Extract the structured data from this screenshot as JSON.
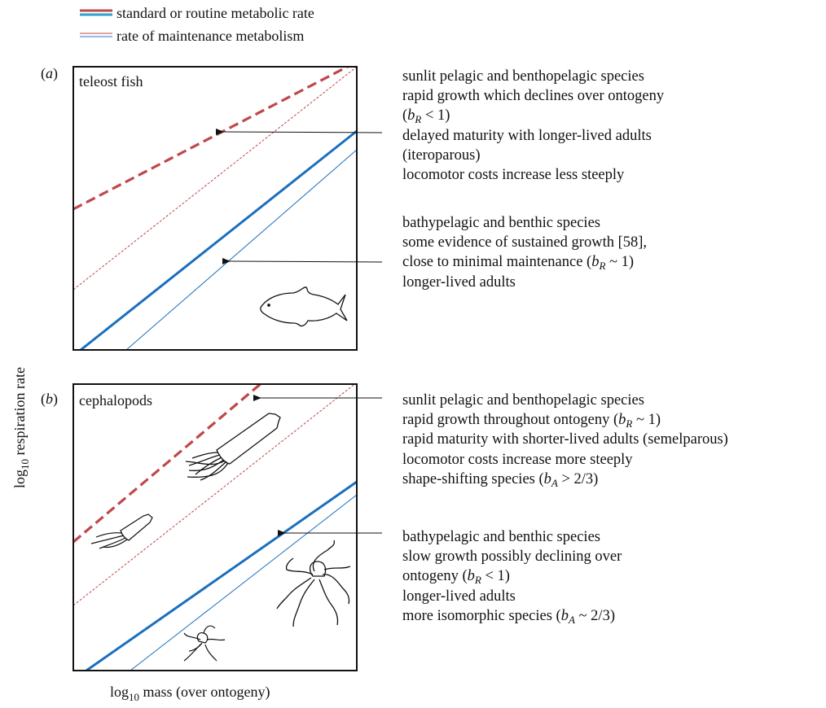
{
  "legend": {
    "items": [
      {
        "label": "standard or routine metabolic rate",
        "colors": [
          "#c0474a",
          "#2ba3c9"
        ],
        "style": "thick"
      },
      {
        "label": "rate of maintenance metabolism",
        "colors": [
          "#c0474a",
          "#2b7ac9"
        ],
        "style": "thin"
      }
    ]
  },
  "axes": {
    "ylabel_main": "log",
    "ylabel_sub": "10",
    "ylabel_rest": " respiration rate",
    "xlabel_main": "log",
    "xlabel_sub": "10",
    "xlabel_rest": " mass (over ontogeny)"
  },
  "colors": {
    "red": "#c0474a",
    "blue": "#1a6fbf",
    "frame": "#111111"
  },
  "panels": [
    {
      "label_open": "(",
      "label_letter": "a",
      "label_close": ")",
      "title": "teleost fish",
      "icons": [
        "fish-icon"
      ],
      "notes": [
        {
          "lines": [
            "sunlit pelagic and benthopelagic species",
            "rapid growth which declines over ontogeny",
            {
              "pre": " (",
              "b": "b",
              "sub": "R",
              "post": " < 1)"
            },
            "delayed maturity with longer-lived adults",
            " (iteroparous)",
            "locomotor costs increase less steeply"
          ]
        },
        {
          "lines": [
            "bathypelagic and benthic species",
            "some evidence of sustained growth [58],",
            {
              "pre": " close to minimal maintenance (",
              "b": "b",
              "sub": "R",
              "post": " ~ 1)"
            },
            "longer-lived adults"
          ]
        }
      ]
    },
    {
      "label_open": "(",
      "label_letter": "b",
      "label_close": ")",
      "title": "cephalopods",
      "icons": [
        "squid-icon",
        "small-squid-icon",
        "octopus-icon",
        "small-octopus-icon"
      ],
      "notes": [
        {
          "lines": [
            "sunlit pelagic and benthopelagic species",
            {
              "pre": "rapid growth throughout ontogeny (",
              "b": "b",
              "sub": "R",
              "post": " ~ 1)"
            },
            "rapid maturity with shorter-lived adults (semelparous)",
            "locomotor costs increase more steeply",
            {
              "pre": "shape-shifting species (",
              "b": "b",
              "sub": "A",
              "post": " > 2/3)"
            }
          ]
        },
        {
          "lines": [
            "bathypelagic and benthic species",
            "slow growth possibly declining over",
            {
              "pre": " ontogeny (",
              "b": "b",
              "sub": "R",
              "post": " < 1)"
            },
            "longer-lived adults",
            {
              "pre": "more isomorphic species (",
              "b": "b",
              "sub": "A",
              "post": " ~ 2/3)"
            }
          ]
        }
      ]
    }
  ]
}
